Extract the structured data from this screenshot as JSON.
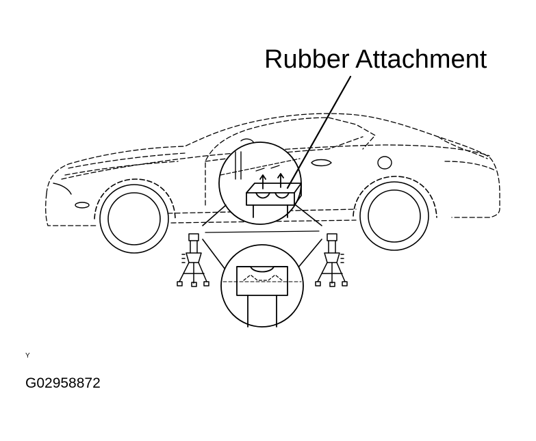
{
  "diagram": {
    "callout_label": "Rubber Attachment",
    "small_mark": "Y",
    "figure_code": "G02958872",
    "line_color": "#000000",
    "background": "#ffffff"
  }
}
